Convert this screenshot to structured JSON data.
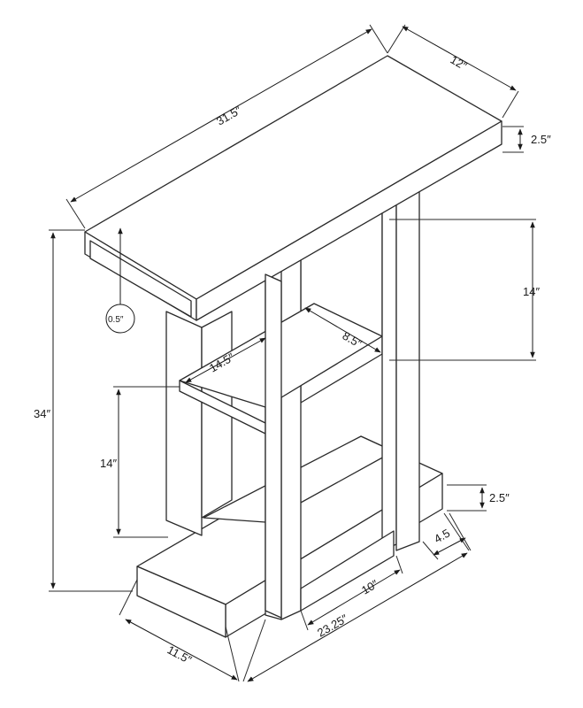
{
  "dimensions": {
    "top_width": "31.5″",
    "top_depth": "12″",
    "top_thickness": "2.5″",
    "overall_height": "34″",
    "overhang": "0.5″",
    "upper_shelf_gap": "14″",
    "shelf_depth": "8.5″",
    "shelf_width": "14.5″",
    "lower_shelf_gap": "14″",
    "base_thickness": "2.5″",
    "base_side_depth": "4.5",
    "base_inner_depth": "10″",
    "base_width": "23.25″",
    "base_depth": "11.5″"
  }
}
